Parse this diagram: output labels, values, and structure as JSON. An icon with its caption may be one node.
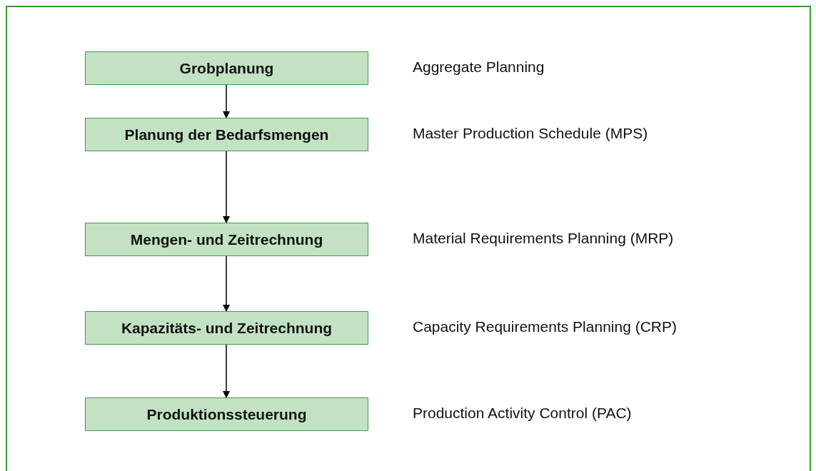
{
  "diagram": {
    "nodes": [
      {
        "text": [
          "Grobplanung"
        ],
        "beside": [
          "Aggregate Planning"
        ]
      },
      {
        "text": [
          "Planung der Bedarfsmengen"
        ],
        "beside": [
          "Master Production Schedule (MPS)"
        ]
      },
      {
        "text": [
          "Mengen- und Zeitrechnung"
        ],
        "beside": [
          "Material Requirements Planning (MRP)"
        ]
      },
      {
        "text": [
          "Kapazitäts- und Zeitrechnung"
        ],
        "beside": [
          "Capacity Requirements Planning (CRP)"
        ]
      },
      {
        "text": [
          "Produktionssteuerung"
        ],
        "beside": [
          "Production Activity Control (PAC)"
        ]
      }
    ],
    "edges": [
      {
        "from": 0,
        "to": 1,
        "arrow": "to"
      },
      {
        "from": 1,
        "to": 2,
        "arrow": "to"
      },
      {
        "from": 2,
        "to": 3,
        "arrow": "to"
      },
      {
        "from": 3,
        "to": 4,
        "arrow": "to"
      }
    ]
  }
}
